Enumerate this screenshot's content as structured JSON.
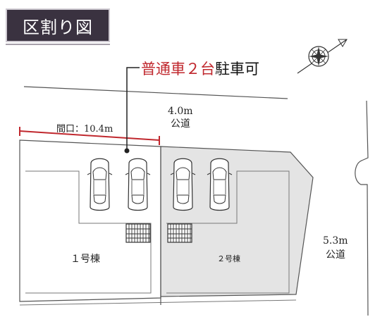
{
  "title": "区割り図",
  "callout": {
    "highlight": "普通車２台",
    "rest": "駐車可"
  },
  "frontage": "間口：10.4m",
  "north_road": {
    "width": "4.0m",
    "type": "公道"
  },
  "east_road": {
    "width": "5.3m",
    "type": "公道"
  },
  "lots": [
    {
      "label": "１号棟"
    },
    {
      "label": "２号棟"
    }
  ],
  "colors": {
    "accent": "#c0282e",
    "title_bg": "#3a3240",
    "lot2_fill": "#e4e4e4"
  },
  "icons": [
    "compass-icon",
    "car-icon"
  ]
}
